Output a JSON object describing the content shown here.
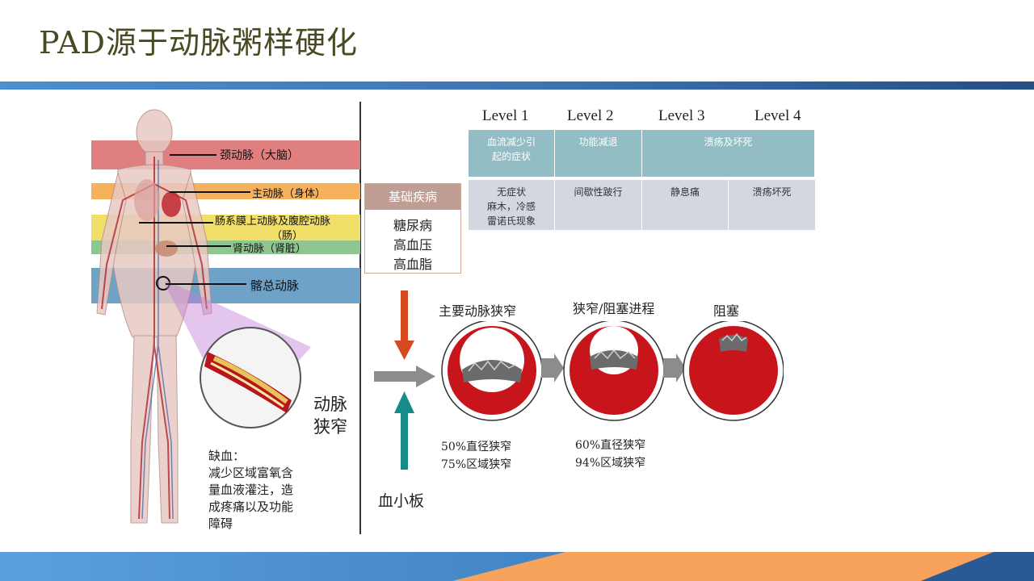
{
  "title": "PAD源于动脉粥样硬化",
  "colors": {
    "band_carotid": "#e07f7f",
    "band_aorta": "#f6b15c",
    "band_mesenteric": "#f2df6a",
    "band_renal": "#8fc58f",
    "band_iliac": "#6ea2c6",
    "table_header": "#93bdc5",
    "table_body": "#d5d7e0",
    "basic_header": "#c19e93",
    "arrow_down": "#d64a1f",
    "arrow_up": "#168c8a",
    "vessel_red": "#c8141b"
  },
  "bands": [
    {
      "label": "颈动脉（大脑）"
    },
    {
      "label": "主动脉（身体）"
    },
    {
      "label": "肠系膜上动脉及腹腔动脉",
      "label2": "（肠）"
    },
    {
      "label": "肾动脉（肾脏）"
    },
    {
      "label": "髂总动脉"
    }
  ],
  "stenosis_label": {
    "line1": "动脉",
    "line2": "狭窄"
  },
  "ischemia": [
    "缺血：",
    "减少区域富氧含",
    "量血液灌注，造",
    "成疼痛以及功能",
    "障碍"
  ],
  "basic_disease": {
    "header": "基础疾病",
    "items": [
      "糖尿病",
      "高血压",
      "高血脂"
    ]
  },
  "levels": [
    "Level 1",
    "Level 2",
    "Level 3",
    "Level 4"
  ],
  "table": {
    "headers": [
      {
        "line1": "血流减少引",
        "line2": "起的症状"
      },
      {
        "line1": "功能减退",
        "line2": ""
      },
      {
        "line1": "溃疡及坏死",
        "line2": ""
      }
    ],
    "body": [
      {
        "line1": "无症状",
        "line2": "麻木，冷感",
        "line3": "雷诺氏现象"
      },
      {
        "line1": "间歇性跛行",
        "line2": "",
        "line3": ""
      },
      {
        "line1": "静息痛",
        "line2": "",
        "line3": ""
      },
      {
        "line1": "溃疡坏死",
        "line2": "",
        "line3": ""
      }
    ]
  },
  "stages": [
    {
      "label": "主要动脉狭窄",
      "stat1": "50%直径狭窄",
      "stat2": "75%区域狭窄"
    },
    {
      "label": "狭窄/阻塞进程",
      "stat1": "60%直径狭窄",
      "stat2": "94%区域狭窄"
    },
    {
      "label": "阻塞",
      "stat1": "",
      "stat2": ""
    }
  ],
  "platelet_label": "血小板"
}
